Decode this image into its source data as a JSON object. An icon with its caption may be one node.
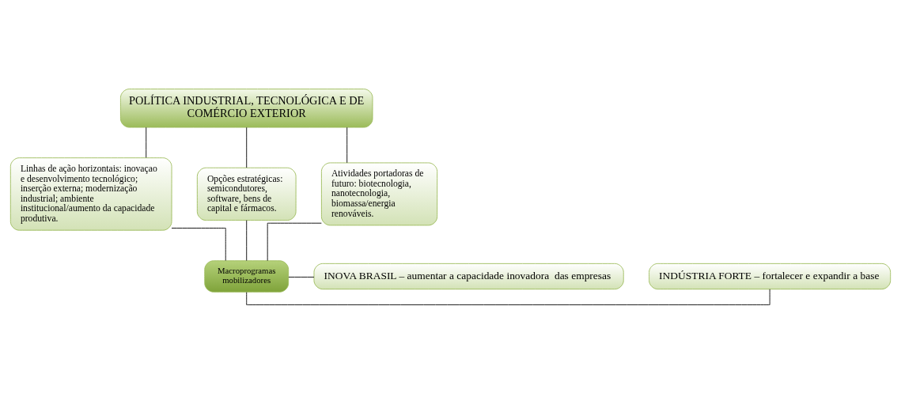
{
  "diagram": {
    "nodes": [
      {
        "text": [
          "POLÍTICA INDUSTRIAL, TECNOLÓGICA E DE COMÉRCIO EXTERIOR"
        ]
      },
      {
        "text": [
          "Linhas de ação horizontais: inovaçao e desenvolvimento tecnológico; inserção externa; modernização industrial; ambiente institucional/aumento da capacidade produtiva."
        ]
      },
      {
        "text": [
          "Opções estratégicas: semicondutores, software, bens de capital e fármacos."
        ]
      },
      {
        "text": [
          "Atividades portadoras de futuro: biotecnologia, nanotecnologia, biomassa/energia renováveis."
        ]
      },
      {
        "text": [
          "Macroprogramas mobilizadores"
        ]
      },
      {
        "text": [
          "INDÚSTRIA FORTE – fortalecer e expandir a base"
        ]
      },
      {
        "text": [
          "INOVA BRASIL – aumentar a capacidade inovadora  das empresas"
        ]
      }
    ],
    "edges": [
      {
        "from": 0,
        "to": 1,
        "arrow": "none"
      },
      {
        "from": 0,
        "to": 2,
        "arrow": "none"
      },
      {
        "from": 0,
        "to": 3,
        "arrow": "none"
      },
      {
        "from": 1,
        "to": 4,
        "arrow": "none"
      },
      {
        "from": 2,
        "to": 4,
        "arrow": "none"
      },
      {
        "from": 3,
        "to": 4,
        "arrow": "none"
      },
      {
        "from": 4,
        "to": 5,
        "arrow": "none"
      },
      {
        "from": 4,
        "to": 6,
        "arrow": "none"
      }
    ]
  }
}
